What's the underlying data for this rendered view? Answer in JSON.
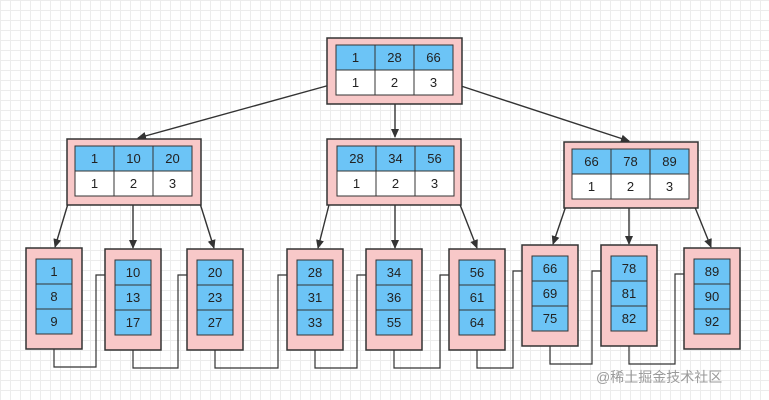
{
  "diagram": {
    "root": {
      "keys": [
        "1",
        "28",
        "66"
      ],
      "pointers": [
        "1",
        "2",
        "3"
      ]
    },
    "internal_nodes": [
      {
        "keys": [
          "1",
          "10",
          "20"
        ],
        "pointers": [
          "1",
          "2",
          "3"
        ]
      },
      {
        "keys": [
          "28",
          "34",
          "56"
        ],
        "pointers": [
          "1",
          "2",
          "3"
        ]
      },
      {
        "keys": [
          "66",
          "78",
          "89"
        ],
        "pointers": [
          "1",
          "2",
          "3"
        ]
      }
    ],
    "leaves": [
      [
        "1",
        "8",
        "9"
      ],
      [
        "10",
        "13",
        "17"
      ],
      [
        "20",
        "23",
        "27"
      ],
      [
        "28",
        "31",
        "33"
      ],
      [
        "34",
        "36",
        "55"
      ],
      [
        "56",
        "61",
        "64"
      ],
      [
        "66",
        "69",
        "75"
      ],
      [
        "78",
        "81",
        "82"
      ],
      [
        "89",
        "90",
        "92"
      ]
    ],
    "watermark": "@稀土掘金技术社区"
  },
  "colors": {
    "key_cell": "#6cc4f6",
    "pointer_cell": "#ffffff",
    "node_frame": "#f8c8c8",
    "stroke": "#333333",
    "watermark": "#9a9a9a"
  }
}
